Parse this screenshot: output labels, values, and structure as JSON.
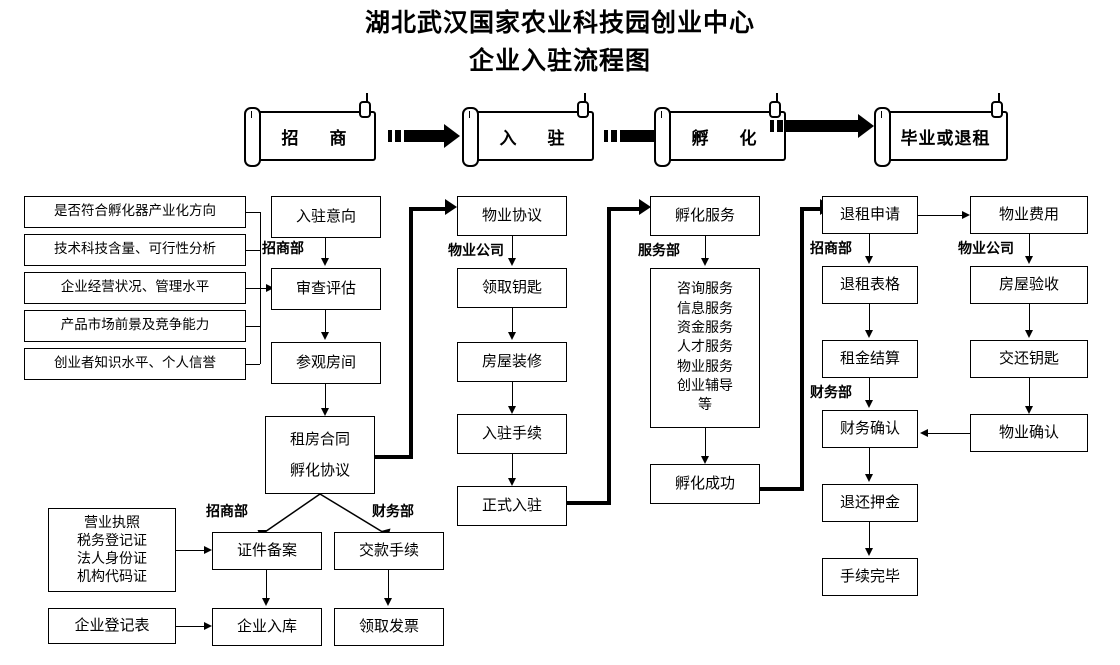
{
  "title": {
    "line1": "湖北武汉国家农业科技园创业中心",
    "line2": "企业入驻流程图"
  },
  "stages": [
    {
      "label": "招　商"
    },
    {
      "label": "入　驻"
    },
    {
      "label": "孵　化"
    },
    {
      "label": "毕业或退租"
    }
  ],
  "criteria": [
    "是否符合孵化器产业化方向",
    "技术科技含量、可行性分析",
    "企业经营状况、管理水平",
    "产品市场前景及竞争能力",
    "创业者知识水平、个人信誉"
  ],
  "col_recruit": {
    "dept": "招商部",
    "intent": "入驻意向",
    "review": "审查评估",
    "visit": "参观房间",
    "contract_line1": "租房合同",
    "contract_line2": "孵化协议"
  },
  "col_movein": {
    "dept": "物业公司",
    "agreement": "物业协议",
    "keys": "领取钥匙",
    "renovate": "房屋装修",
    "procedures": "入驻手续",
    "official": "正式入驻"
  },
  "col_incubate": {
    "dept": "服务部",
    "service": "孵化服务",
    "items": [
      "咨询服务",
      "信息服务",
      "资金服务",
      "人才服务",
      "物业服务",
      "创业辅导",
      "等"
    ],
    "success": "孵化成功"
  },
  "col_exit": {
    "dept1": "招商部",
    "dept2": "财务部",
    "application": "退租申请",
    "form": "退租表格",
    "settlement": "租金结算",
    "finance_confirm": "财务确认",
    "refund": "退还押金",
    "done": "手续完毕"
  },
  "col_property": {
    "dept": "物业公司",
    "fee": "物业费用",
    "inspection": "房屋验收",
    "return_keys": "交还钥匙",
    "confirm": "物业确认"
  },
  "bottom": {
    "dept_recruit": "招商部",
    "dept_finance": "财务部",
    "documents": [
      "营业执照",
      "税务登记证",
      "法人身份证",
      "机构代码证"
    ],
    "register_form": "企业登记表",
    "filing": "证件备案",
    "enter_db": "企业入库",
    "payment": "交款手续",
    "invoice": "领取发票"
  },
  "colors": {
    "ink": "#000000",
    "paper": "#ffffff"
  }
}
